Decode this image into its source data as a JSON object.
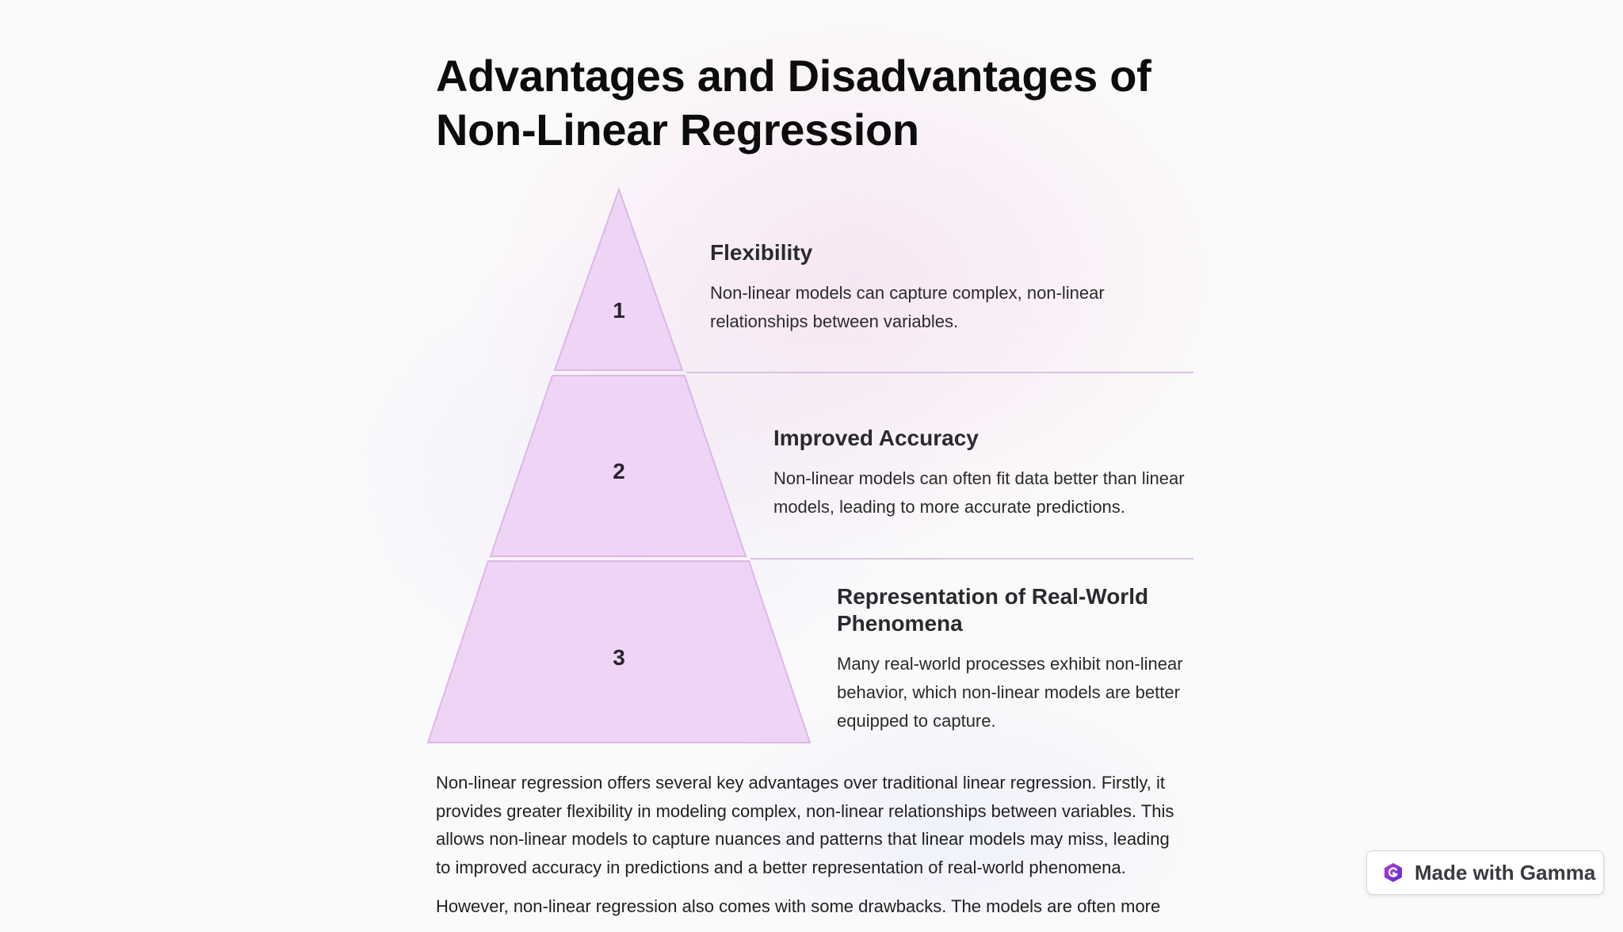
{
  "title": "Advantages and Disadvantages of Non-Linear Regression",
  "pyramid": {
    "fill_color": "#efd5f5",
    "stroke_color": "#dcb8e6",
    "tiers": [
      {
        "number": "1",
        "heading": "Flexibility",
        "text": "Non-linear models can capture complex, non-linear relationships between variables."
      },
      {
        "number": "2",
        "heading": "Improved Accuracy",
        "text": "Non-linear models can often fit data better than linear models, leading to more accurate predictions."
      },
      {
        "number": "3",
        "heading": "Representation of Real-World Phenomena",
        "text": "Many real-world processes exhibit non-linear behavior, which non-linear models are better equipped to capture."
      }
    ]
  },
  "body": {
    "paragraph1": "Non-linear regression offers several key advantages over traditional linear regression. Firstly, it provides greater flexibility in modeling complex, non-linear relationships between variables. This allows non-linear models to capture nuances and patterns that linear models may miss, leading to improved accuracy in predictions and a better representation of real-world phenomena.",
    "paragraph2": "However, non-linear regression also comes with some drawbacks. The models are often more"
  },
  "badge": {
    "label": "Made with Gamma",
    "icon": "gamma-logo-icon"
  }
}
